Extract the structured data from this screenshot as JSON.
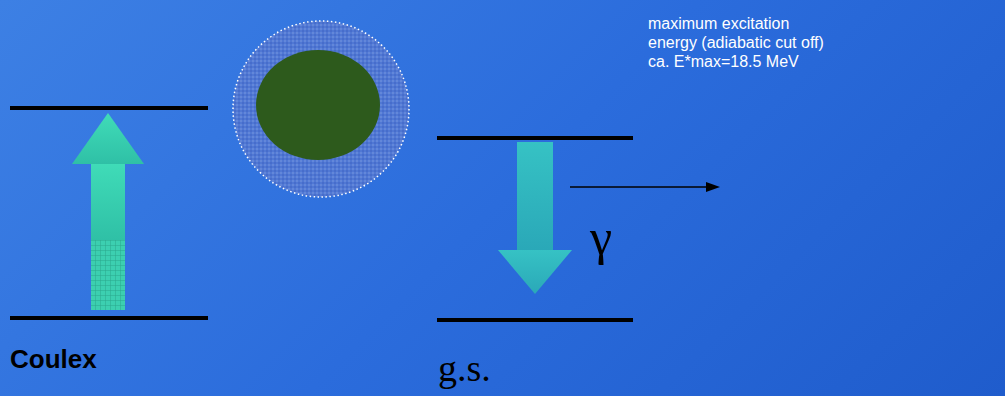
{
  "diagram": {
    "labels": [
      "maximum excitation energy (adiabatic cut off) ca. E*max=18.5 MeV",
      "γ",
      "Coulex",
      "g.s."
    ]
  }
}
